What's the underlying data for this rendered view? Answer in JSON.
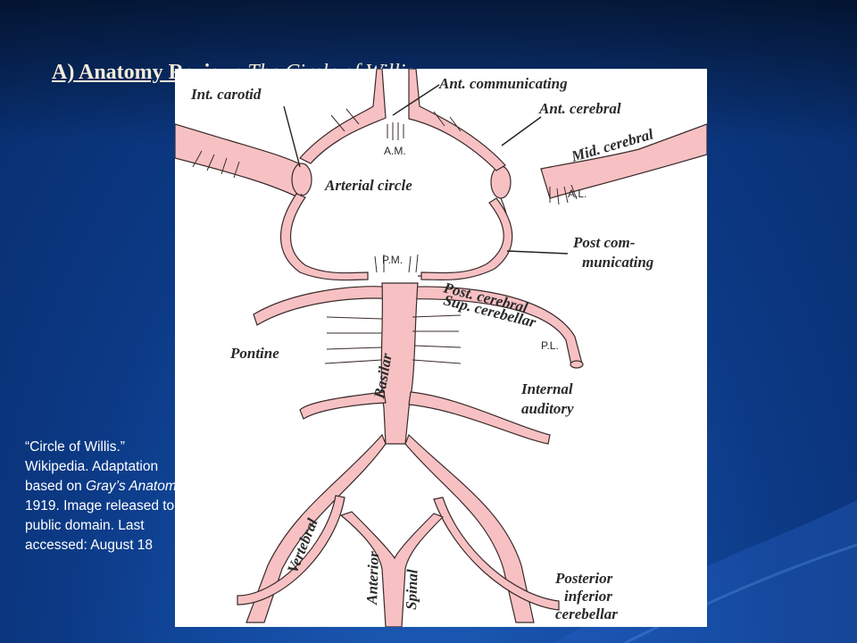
{
  "slide": {
    "title_prefix": "A) Anatomy Review: ",
    "title_italic": "The Circle of Willis"
  },
  "caption": {
    "line1": "“Circle of Willis.”",
    "line2": "Wikipedia. Adaptation",
    "line3_a": "based on ",
    "line3_italic": "Gray’s Anatomy",
    "line4": "1919. Image released to",
    "line5": "public domain. Last",
    "line6": "accessed: August 18"
  },
  "figure": {
    "labels": {
      "int_carotid": "Int. carotid",
      "ant_communicating": "Ant. communicating",
      "ant_cerebral": "Ant. cerebral",
      "mid_cerebral": "Mid. cerebral",
      "am": "A.M.",
      "al": "A.L.",
      "arterial_circle": "Arterial circle",
      "post_com_1": "Post com-",
      "post_com_2": "municating",
      "pm": "P.M.",
      "post_cerebral": "Post. cerebral",
      "sup_cerebellar": "Sup. cerebellar",
      "pl": "P.L.",
      "pontine": "Pontine",
      "basilar": "Basilar",
      "internal_auditory_1": "Internal",
      "internal_auditory_2": "auditory",
      "vertebral": "Vertebral",
      "anterior": "Anterior",
      "spinal": "Spinal",
      "posterior_inferior_1": "Posterior",
      "posterior_inferior_2": "inferior",
      "posterior_inferior_3": "cerebellar"
    },
    "colors": {
      "vessel_fill": "#f7c1c3",
      "outline": "#3a2a2a"
    }
  }
}
